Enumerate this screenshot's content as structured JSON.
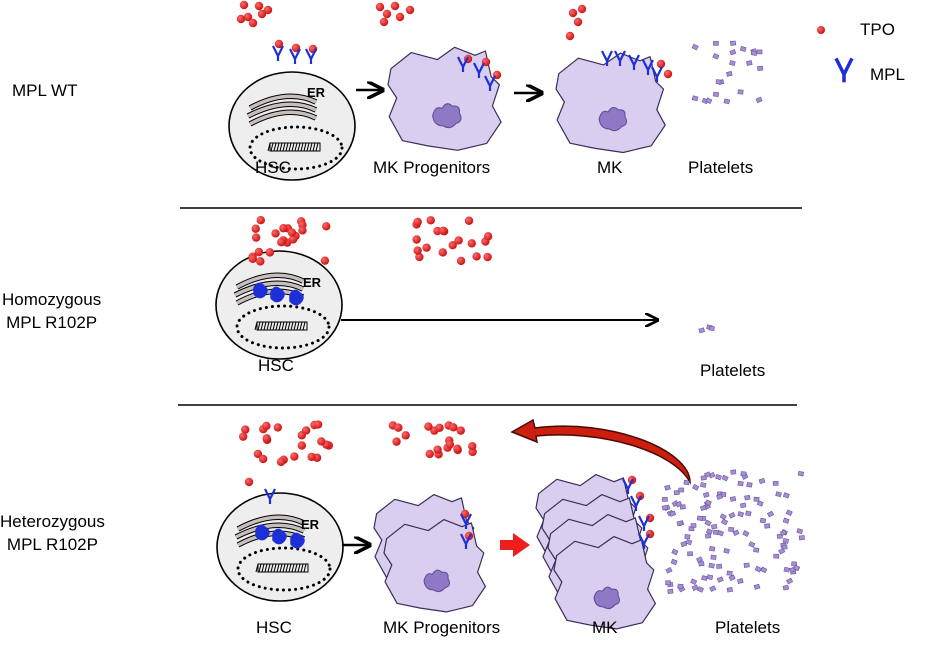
{
  "legend": {
    "tpo": "TPO",
    "mpl": "MPL"
  },
  "colors": {
    "tpo": "#e01818",
    "mpl": "#1d2fd6",
    "cell": "#d9cdf0",
    "nucleus": "#8f79c6",
    "platelet": "#a58ed4",
    "curved_arrow": "#cc1f10",
    "red_arrow": "#ef1e1e"
  },
  "rows": [
    {
      "label_lines": [
        "MPL WT"
      ],
      "er_label": "ER",
      "stage_labels": [
        "HSC",
        "MK Progenitors",
        "MK",
        "Platelets"
      ]
    },
    {
      "label_lines": [
        "Homozygous",
        "MPL R102P"
      ],
      "er_label": "ER",
      "stage_labels": [
        "HSC",
        "Platelets"
      ]
    },
    {
      "label_lines": [
        "Heterozygous",
        "MPL R102P"
      ],
      "er_label": "ER",
      "stage_labels": [
        "HSC",
        "MK Progenitors",
        "MK",
        "Platelets"
      ]
    }
  ]
}
